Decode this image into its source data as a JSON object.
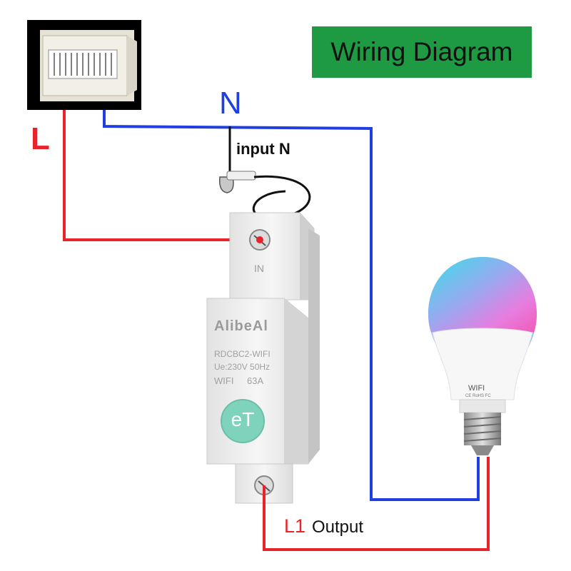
{
  "title": "Wiring Diagram",
  "labels": {
    "neutral": "N",
    "live": "L",
    "input_neutral": "input N",
    "output_terminal": "L1",
    "output_word": "Output"
  },
  "breaker": {
    "brand": "AlibeAl",
    "model": "RDCBC2-WIFI",
    "rating": "Ue:230V 50Hz",
    "wifi": "WIFI",
    "current": "63A",
    "terminal_in": "IN",
    "button_logo": "eT"
  },
  "bulb": {
    "label": "WIFI",
    "fine_print": "CE RoHS FC"
  },
  "colors": {
    "title_background": "#1e9a42",
    "neutral_wire": "#1f3fe0",
    "live_wire": "#e8232a",
    "breaker_body": "#f2f2f2",
    "button": "#7fd3bd"
  },
  "icons": {
    "panel": "distribution-panel-icon",
    "breaker": "smart-breaker-icon",
    "bulb": "smart-bulb-icon"
  }
}
